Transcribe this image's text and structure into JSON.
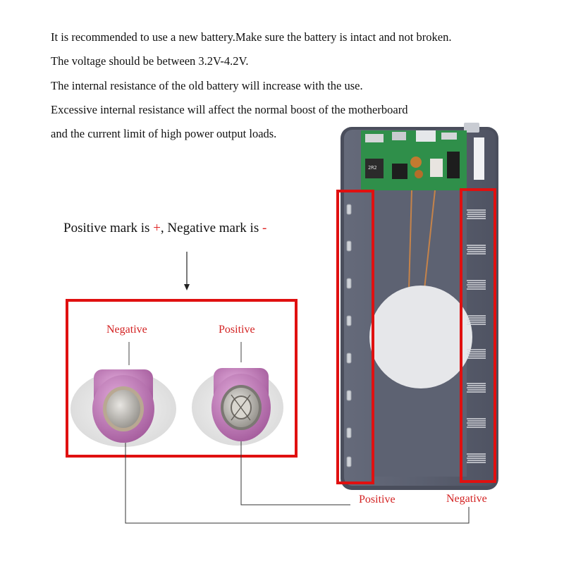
{
  "intro": {
    "line1": "It is recommended to use a new battery.Make sure the battery is intact and not broken.",
    "line2": "The voltage should be between 3.2V-4.2V.",
    "line3": "The internal resistance of the old battery will increase with the use.",
    "line4": "Excessive internal resistance will affect the normal boost of the motherboard",
    "line5": "and the current limit of high power output loads."
  },
  "marks": {
    "prefix": "Positive mark is ",
    "plus": "+",
    "middle": ", Negative mark is ",
    "minus": "-"
  },
  "cells": {
    "negative_label": "Negative",
    "positive_label": "Positive"
  },
  "bank": {
    "positive_label": "Positive",
    "negative_label": "Negative",
    "pcb_marking": "2R2"
  },
  "colors": {
    "highlight_red": "#e01010",
    "label_red": "#d32222",
    "cell_wrap": "#c77fbf",
    "case_gray": "#5c6070",
    "pcb_green": "#2f8f4a"
  }
}
